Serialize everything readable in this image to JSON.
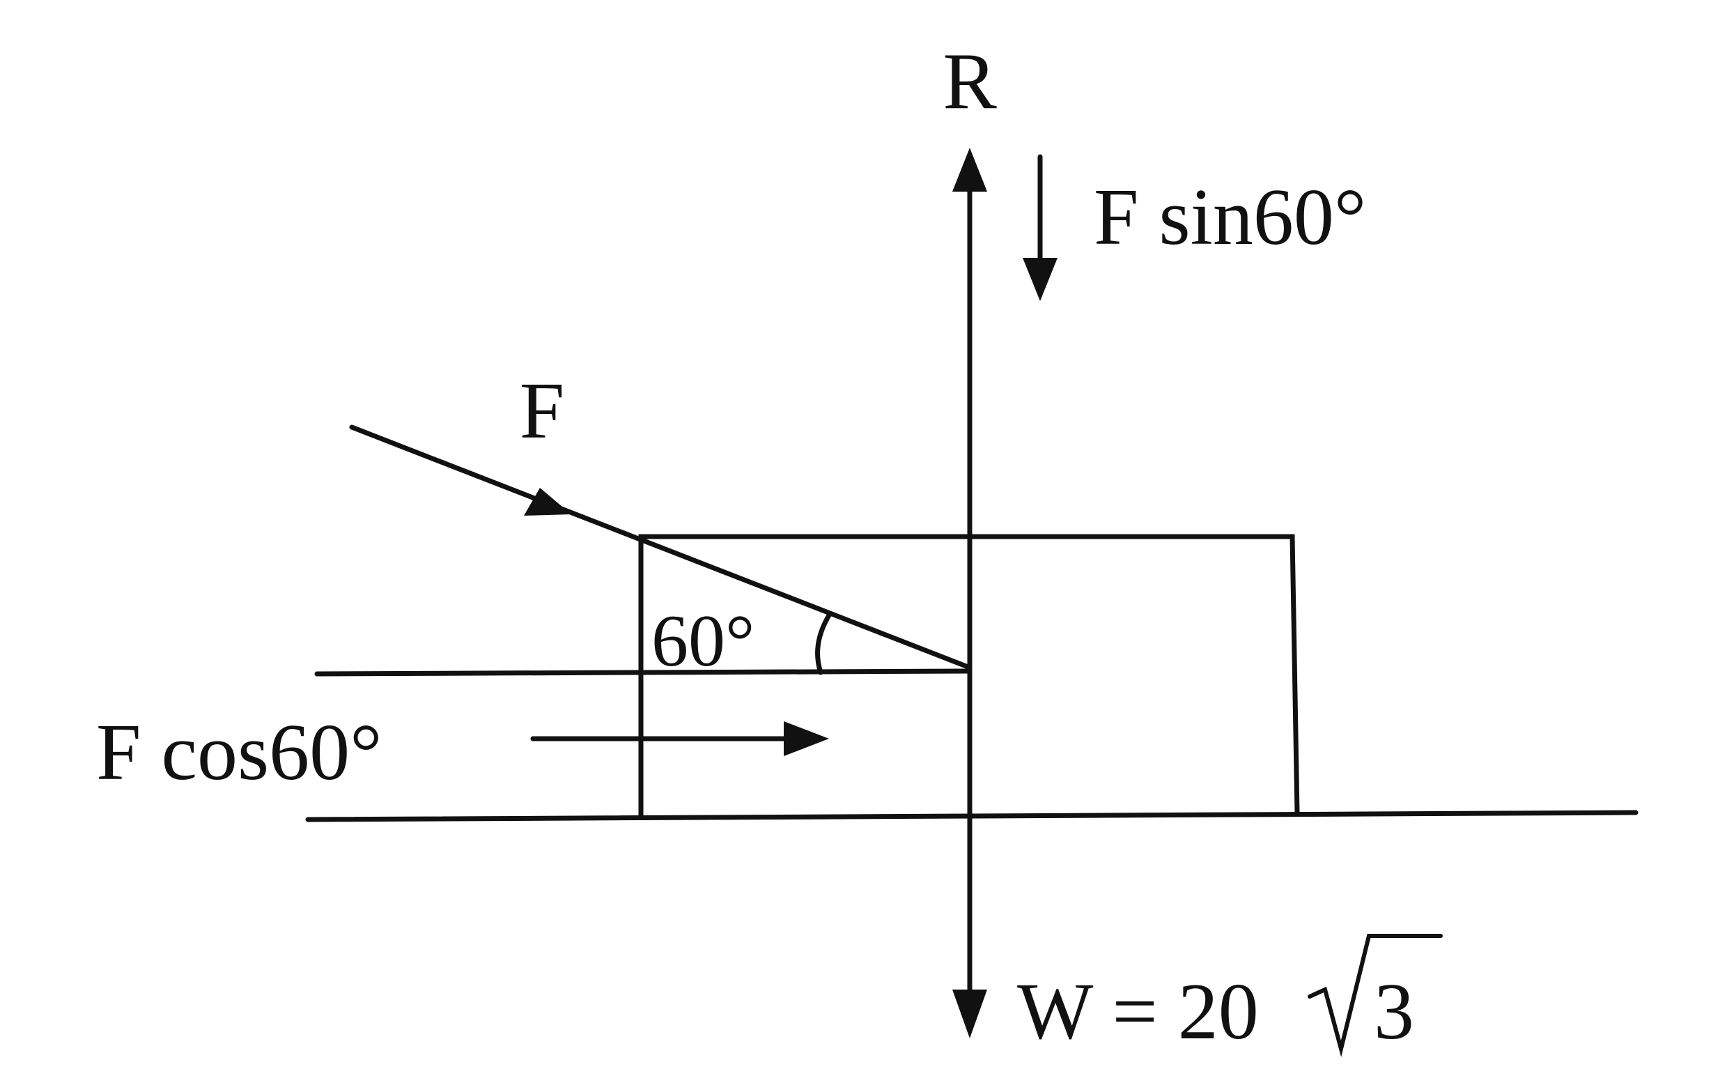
{
  "labels": {
    "reaction": "R",
    "force": "F",
    "vertical_component": "F sin60°",
    "horizontal_component": "F cos60°",
    "angle": "60°",
    "weight_prefix": "W = 20",
    "weight_radicand": "3"
  }
}
